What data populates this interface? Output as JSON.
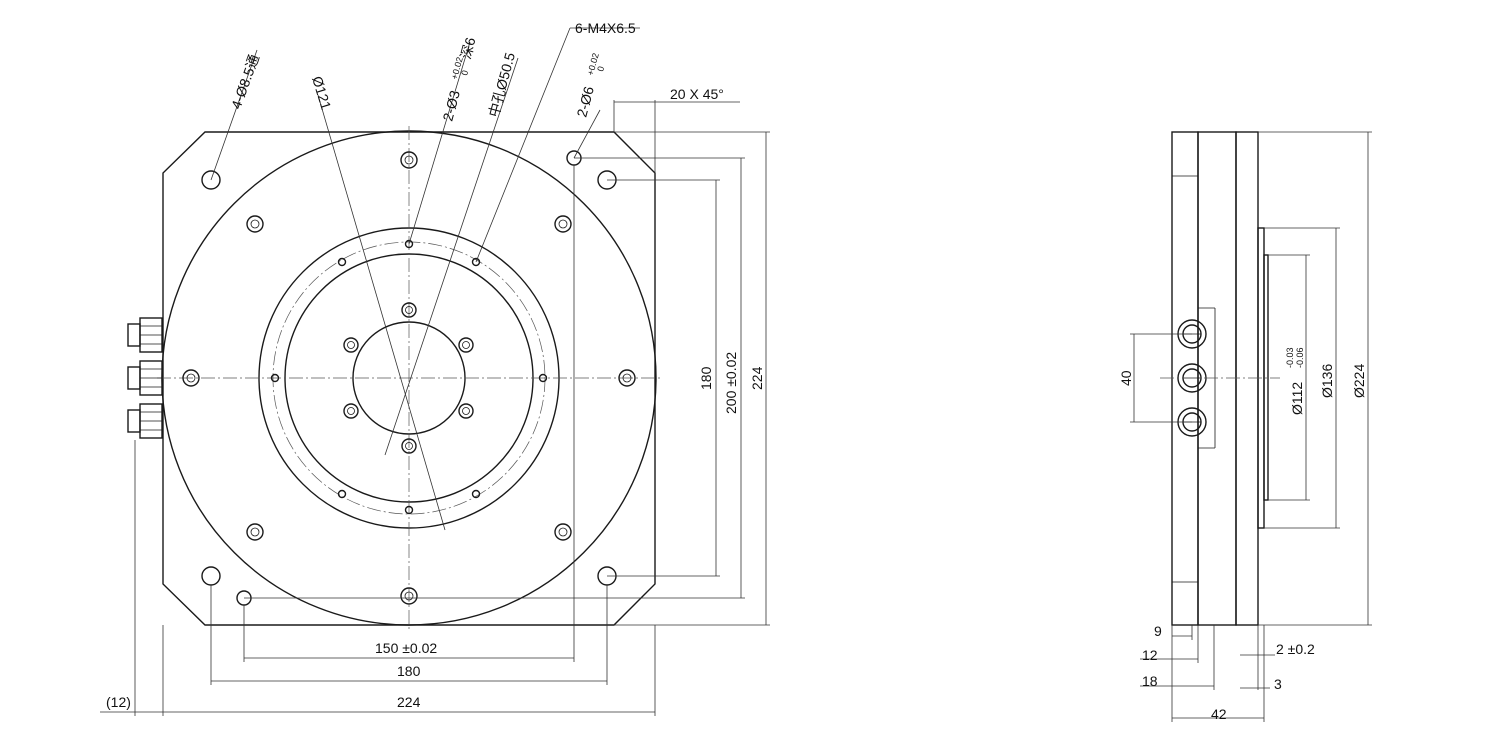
{
  "front_view": {
    "callouts": {
      "through_holes": "4-Ø8.5通",
      "pin_holes_3": "2-Ø3",
      "pin_holes_3_tol_upper": "+0.02",
      "pin_holes_3_tol_lower": "0",
      "pin_holes_3_depth": "深6",
      "dia_121": "Ø121",
      "center_hole": "中孔Ø50.5",
      "threaded_holes": "6-M4X6.5",
      "pin_holes_6": "2-Ø6",
      "pin_holes_6_tol_upper": "+0.02",
      "pin_holes_6_tol_lower": "0",
      "chamfer": "20 X 45°"
    },
    "dimensions": {
      "h_150": "150 ±0.02",
      "h_180": "180",
      "h_224": "224",
      "h_12": "(12)",
      "v_180": "180",
      "v_200": "200 ±0.02",
      "v_224": "224"
    }
  },
  "side_view": {
    "dimensions": {
      "v_40": "40",
      "dia_112": "Ø112",
      "dia_112_tol_upper": "-0.03",
      "dia_112_tol_lower": "-0.06",
      "dia_136": "Ø136",
      "dia_224": "Ø224",
      "t_9": "9",
      "t_12": "12",
      "t_18": "18",
      "t_2": "2 ±0.2",
      "t_3": "3",
      "t_42": "42"
    }
  }
}
